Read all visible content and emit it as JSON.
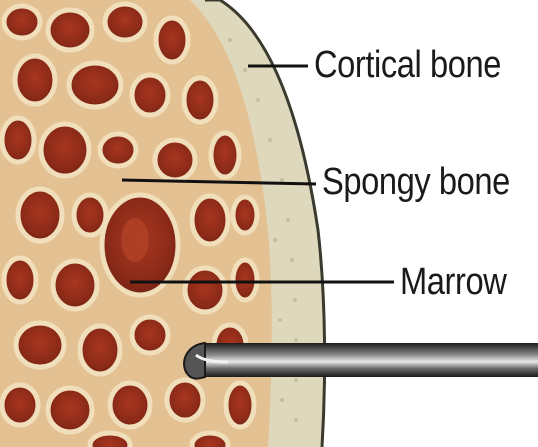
{
  "labels": {
    "cortical_bone": "Cortical bone",
    "spongy_bone": "Spongy bone",
    "marrow": "Marrow"
  },
  "colors": {
    "cortical_fill": "#ded9bd",
    "cortical_edge": "#3a3a2e",
    "spongy_base": "#d9b07f",
    "trabecula": "#ecd6ad",
    "marrow_pore": "#8e2b1b",
    "needle": "#2a2a2a",
    "leader_line": "#111111"
  },
  "icons": {
    "needle": "biopsy-needle-icon"
  }
}
